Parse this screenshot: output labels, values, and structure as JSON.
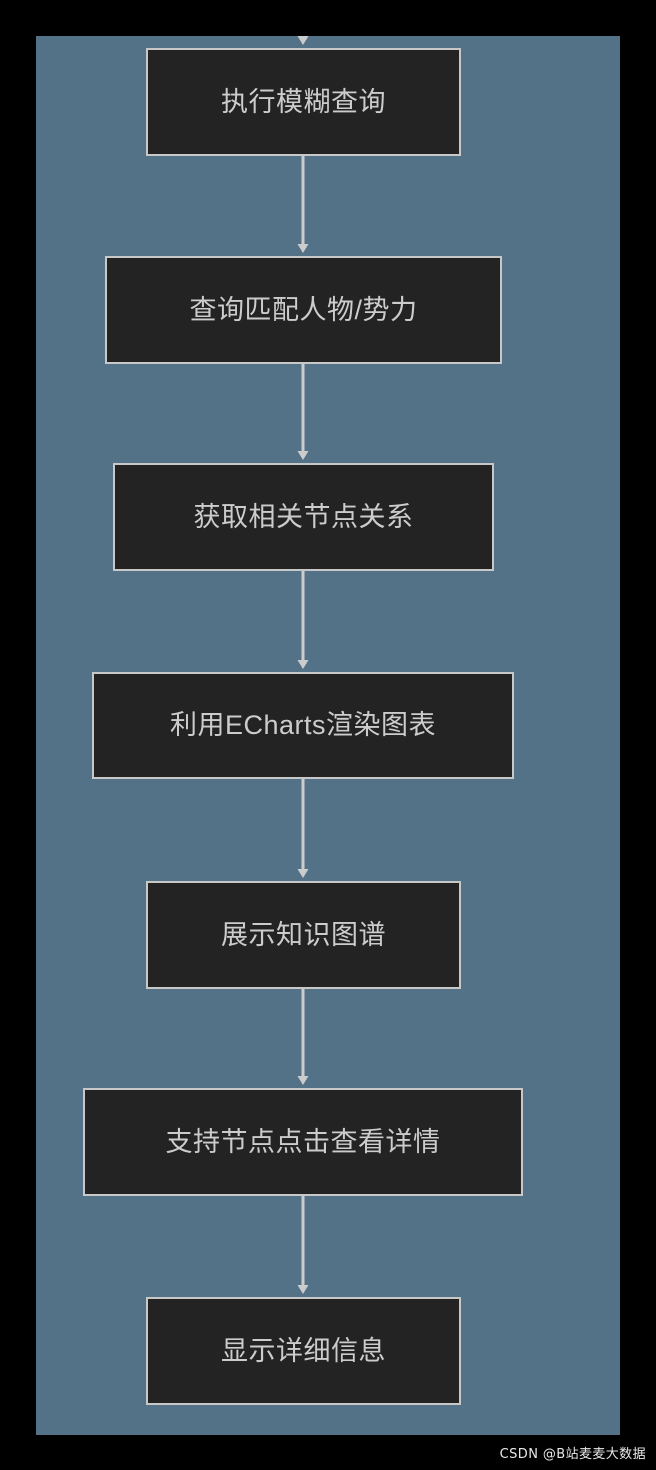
{
  "diagram": {
    "type": "flowchart",
    "orientation": "top-to-bottom",
    "canvas": {
      "background_color": "#537287",
      "page_background_color": "#000000"
    },
    "node_style": {
      "fill_color": "#232323",
      "border_color": "#c8c8c8",
      "text_color": "#cccccc"
    },
    "connector_style": {
      "line_color": "#cccccc",
      "arrow_color": "#cccccc",
      "shape": "straight-vertical-with-arrowhead"
    },
    "nodes": [
      {
        "id": "n0",
        "label": "执行模糊查询"
      },
      {
        "id": "n1",
        "label": "查询匹配人物/势力"
      },
      {
        "id": "n2",
        "label": "获取相关节点关系"
      },
      {
        "id": "n3",
        "label": "利用ECharts渲染图表"
      },
      {
        "id": "n4",
        "label": "展示知识图谱"
      },
      {
        "id": "n5",
        "label": "支持节点点击查看详情"
      },
      {
        "id": "n6",
        "label": "显示详细信息"
      }
    ],
    "edges": [
      {
        "from": "entry",
        "to": "n0",
        "label": ""
      },
      {
        "from": "n0",
        "to": "n1",
        "label": ""
      },
      {
        "from": "n1",
        "to": "n2",
        "label": ""
      },
      {
        "from": "n2",
        "to": "n3",
        "label": ""
      },
      {
        "from": "n3",
        "to": "n4",
        "label": ""
      },
      {
        "from": "n4",
        "to": "n5",
        "label": ""
      },
      {
        "from": "n5",
        "to": "n6",
        "label": ""
      }
    ]
  },
  "watermark": {
    "text": "CSDN @B站麦麦大数据"
  }
}
